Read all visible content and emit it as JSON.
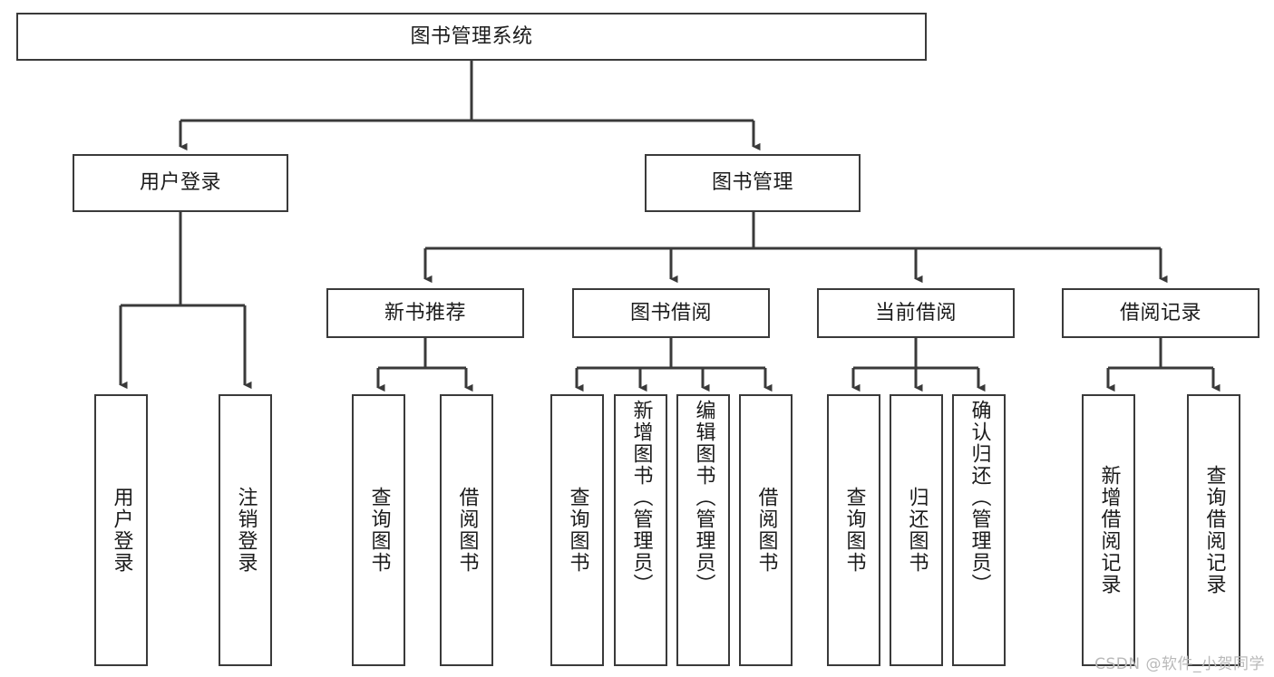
{
  "diagram": {
    "title": "图书管理系统",
    "type": "tree-hierarchy",
    "background_color": "#ffffff",
    "line_color": "#3a3a3a",
    "text_color": "#1b1b1b"
  },
  "nodes": {
    "root": {
      "label": "图书管理系统"
    },
    "level2": [
      {
        "label": "用户登录"
      },
      {
        "label": "图书管理"
      }
    ],
    "level3": [
      {
        "label": "新书推荐"
      },
      {
        "label": "图书借阅"
      },
      {
        "label": "当前借阅"
      },
      {
        "label": "借阅记录"
      }
    ],
    "leaves": {
      "user_login": [
        {
          "label": "用户登录"
        },
        {
          "label": "注销登录"
        }
      ],
      "new_book_recommend": [
        {
          "label": "查询图书"
        },
        {
          "label": "借阅图书"
        }
      ],
      "book_borrow": [
        {
          "label": "查询图书"
        },
        {
          "label": "新增图书（管理员）"
        },
        {
          "label": "编辑图书（管理员）"
        },
        {
          "label": "借阅图书"
        }
      ],
      "current_borrow": [
        {
          "label": "查询图书"
        },
        {
          "label": "归还图书"
        },
        {
          "label": "确认归还（管理员）"
        }
      ],
      "borrow_record": [
        {
          "label": "新增借阅记录"
        },
        {
          "label": "查询借阅记录"
        }
      ]
    }
  },
  "watermark": {
    "text": "CSDN @软件_小贺同学"
  }
}
